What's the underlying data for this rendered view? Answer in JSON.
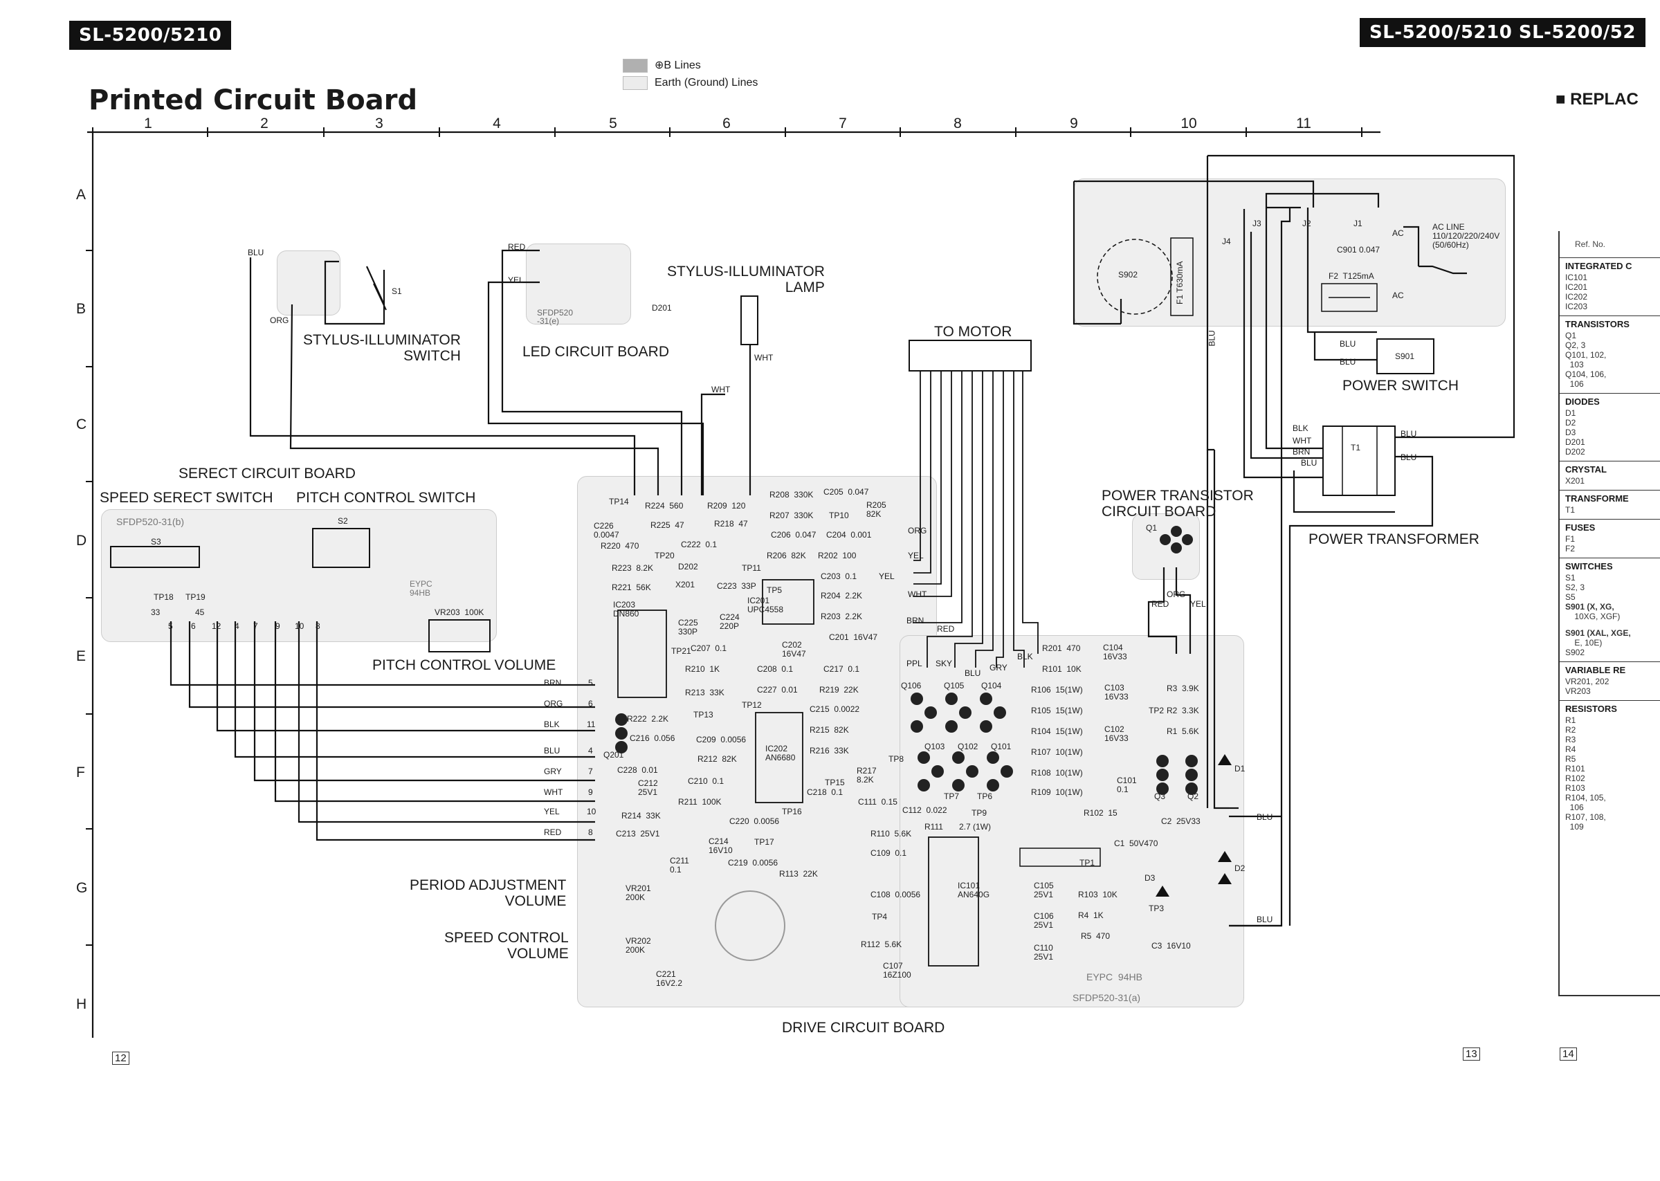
{
  "header": {
    "model_left": "SL-5200/5210",
    "model_right": "SL-5200/5210  SL-5200/52",
    "title": "Printed Circuit Board",
    "replace_heading": "■ REPLAC"
  },
  "legend": {
    "b_lines": "⊕B Lines",
    "earth_lines": "Earth (Ground) Lines",
    "b_color": "#b0b0b0",
    "earth_color": "#ececec"
  },
  "grid": {
    "columns": [
      "1",
      "2",
      "3",
      "4",
      "5",
      "6",
      "7",
      "8",
      "9",
      "10",
      "11"
    ],
    "rows": [
      "A",
      "B",
      "C",
      "D",
      "E",
      "F",
      "G",
      "H"
    ]
  },
  "labels": {
    "stylus_switch": "STYLUS-ILLUMINATOR\nSWITCH",
    "led_board": "LED CIRCUIT BOARD",
    "stylus_lamp": "STYLUS-ILLUMINATOR\nLAMP",
    "to_motor": "TO MOTOR",
    "power_switch": "POWER SWITCH",
    "power_transformer": "POWER TRANSFORMER",
    "power_transistor_board": "POWER TRANSISTOR\nCIRCUIT BOARD",
    "serect_board": "SERECT CIRCUIT BOARD",
    "speed_serect_switch": "SPEED SERECT SWITCH",
    "pitch_control_switch": "PITCH CONTROL SWITCH",
    "pitch_control_volume": "PITCH CONTROL VOLUME",
    "period_adjustment_volume": "PERIOD ADJUSTMENT\nVOLUME",
    "speed_control_volume": "SPEED CONTROL\nVOLUME",
    "drive_board": "DRIVE CIRCUIT BOARD",
    "ac_line": "AC LINE\n110/120/220/240V\n(50/60Hz)"
  },
  "wire_colors": [
    "BRN",
    "ORG",
    "BLK",
    "BLU",
    "GRY",
    "WHT",
    "YEL",
    "RED"
  ],
  "wire_pins": [
    "5",
    "6",
    "11",
    "4",
    "7",
    "9",
    "10",
    "8"
  ],
  "selector_pins": [
    "5",
    "6",
    "12",
    "4",
    "7",
    "9",
    "10",
    "8"
  ],
  "components": {
    "s1": "S1",
    "s2": "S2",
    "s3": "S3",
    "d201": "D201",
    "s901": "S901",
    "s902": "S902",
    "t1": "T1",
    "f1": "F1 T630mA",
    "f2": "F2  T125mA",
    "c901": "C901 0.047",
    "j1": "J1",
    "j2": "J2",
    "j3": "J3",
    "j4": "J4",
    "ic201": "IC201\nUPC4558",
    "ic202": "IC202\nAN6680",
    "ic203": "IC203\nDN860",
    "ic101": "IC101\nAN640G",
    "vr201": "VR201\n200K",
    "vr202": "VR202\n200K",
    "vr203": "VR203  100K",
    "q1": "Q1",
    "q2": "Q2",
    "q3": "Q3",
    "q101": "Q101",
    "q102": "Q102",
    "q103": "Q103",
    "q104": "Q104",
    "q105": "Q105",
    "q106": "Q106",
    "q201": "Q201",
    "d1": "D1",
    "d2": "D2",
    "d3": "D3",
    "d202": "D202",
    "x201": "X201",
    "r224": "R224  560",
    "r209": "R209  120",
    "r225": "R225  47",
    "r218": "R218  47",
    "r208": "R208  330K",
    "r207": "R207  330K",
    "r205": "R205\n82K",
    "c205": "C205  0.047",
    "r220": "R220  470",
    "r223": "R223  8.2K",
    "r221": "R221  56K",
    "r206": "R206  82K",
    "r202": "R202  100",
    "r204": "R204  2.2K",
    "r203": "R203  2.2K",
    "c201": "C201  16V47",
    "c202": "C202\n16V47",
    "c224": "C224\n220P",
    "c225": "C225\n330P",
    "c223": "C223  33P",
    "c222": "C222  0.1",
    "c226": "C226\n0.0047",
    "c206": "C206  0.047",
    "c204": "C204  0.001",
    "c203": "C203  0.1",
    "c207": "C207  0.1",
    "r210": "R210  1K",
    "c208": "C208  0.1",
    "c217": "C217  0.1",
    "r213": "R213  33K",
    "c227": "C227  0.01",
    "r219": "R219  22K",
    "c215": "C215  0.0022",
    "r222": "R222  2.2K",
    "c216": "C216  0.056",
    "c209": "C209  0.0056",
    "r215": "R215  82K",
    "r212": "R212  82K",
    "r216": "R216  33K",
    "r217": "R217\n8.2K",
    "c228": "C228  0.01",
    "c212": "C212\n25V1",
    "c210": "C210  0.1",
    "r211": "R211  100K",
    "c218": "C218  0.1",
    "r214": "R214  33K",
    "c213": "C213  25V1",
    "c220": "C220  0.0056",
    "c214": "C214\n16V10",
    "c219": "C219  0.0056",
    "c211": "C211\n0.1",
    "r113": "R113  22K",
    "c221": "C221\n16V2.2",
    "r201": "R201  470",
    "c104": "C104\n16V33",
    "r101": "R101  10K",
    "r106": "R106  15(1W)",
    "c103": "C103\n16V33",
    "r105": "R105  15(1W)",
    "r104": "R104  15(1W)",
    "c102": "C102\n16V33",
    "r107": "R107  10(1W)",
    "r108": "R108  10(1W)",
    "r109": "R109  10(1W)",
    "c101": "C101\n0.1",
    "r102": "R102  15",
    "c111": "C111  0.15",
    "c112": "C112  0.022",
    "r111": "R111",
    "r111v": "2.7 (1W)",
    "r110": "R110  5.6K",
    "c109": "C109  0.1",
    "c108": "C108  0.0056",
    "r112": "R112  5.6K",
    "c107": "C107\n16Z100",
    "c105": "C105\n25V1",
    "c106": "C106\n25V1",
    "c110": "C110\n25V1",
    "r103": "R103  10K",
    "r4": "R4  1K",
    "r5": "R5  470",
    "c3": "C3  16V10",
    "c1": "C1  50V470",
    "c2": "C2  25V33",
    "r1": "R1  5.6K",
    "r2": "R2  3.3K",
    "r3": "R3  3.9K",
    "tp1": "TP1",
    "tp2": "TP2",
    "tp3": "TP3",
    "tp4": "TP4",
    "tp5": "TP5",
    "tp6": "TP6",
    "tp7": "TP7",
    "tp8": "TP8",
    "tp9": "TP9",
    "tp10": "TP10",
    "tp11": "TP11",
    "tp12": "TP12",
    "tp13": "TP13",
    "tp14": "TP14",
    "tp15": "TP15",
    "tp16": "TP16",
    "tp17": "TP17",
    "tp18": "TP18",
    "tp19": "TP19",
    "tp20": "TP20",
    "tp21": "TP21",
    "tp18v": "33",
    "tp19v": "45",
    "sfdp_led": "SFDP520\n-31(e)",
    "sfdp_sel": "SFDP520-31(b)",
    "sfdp_drive": "SFDP520-31(a)",
    "eypc_sel": "EYPC\n94HB",
    "eypc_drive": "EYPC  94HB"
  },
  "motor_wires": [
    "PPL",
    "SKY",
    "BLU",
    "GRY",
    "BLK",
    "ORG",
    "YEL",
    "YEL",
    "WHT",
    "BRN",
    "RED"
  ],
  "power_wires": {
    "blu": "BLU",
    "blk": "BLK",
    "wht": "WHT",
    "brn": "BRN",
    "red": "RED",
    "yel": "YEL",
    "org": "ORG",
    "ac": "AC"
  },
  "parts_list": {
    "ref_no": "Ref. No.",
    "categories": [
      {
        "name": "INTEGRATED C",
        "items": [
          "IC101",
          "IC201",
          "IC202",
          "IC203"
        ]
      },
      {
        "name": "TRANSISTORS",
        "items": [
          "Q1",
          "Q2, 3",
          "Q101, 102,",
          "  103",
          "Q104, 106,",
          "  106"
        ]
      },
      {
        "name": "DIODES",
        "items": [
          "D1",
          "D2",
          "D3",
          "D201",
          "D202"
        ]
      },
      {
        "name": "CRYSTAL",
        "items": [
          "X201"
        ]
      },
      {
        "name": "TRANSFORME",
        "items": [
          "T1"
        ]
      },
      {
        "name": "FUSES",
        "items": [
          "F1",
          "F2"
        ]
      },
      {
        "name": "SWITCHES",
        "items": [
          "S1",
          "S2, 3",
          "S5",
          "S901 (X, XG,",
          "    10XG, XGF)",
          "",
          "S901 (XAL, XGE,",
          "    E, 10E)",
          "S902"
        ]
      },
      {
        "name": "VARIABLE RE",
        "items": [
          "VR201, 202",
          "VR203"
        ]
      },
      {
        "name": "RESISTORS",
        "items": [
          "R1",
          "R2",
          "R3",
          "R4",
          "R5",
          "R101",
          "R102",
          "R103",
          "R104, 105,",
          "  106",
          "R107, 108,",
          "  109"
        ]
      }
    ]
  },
  "page_numbers": {
    "left": "12",
    "middle": "13",
    "right": "14"
  }
}
